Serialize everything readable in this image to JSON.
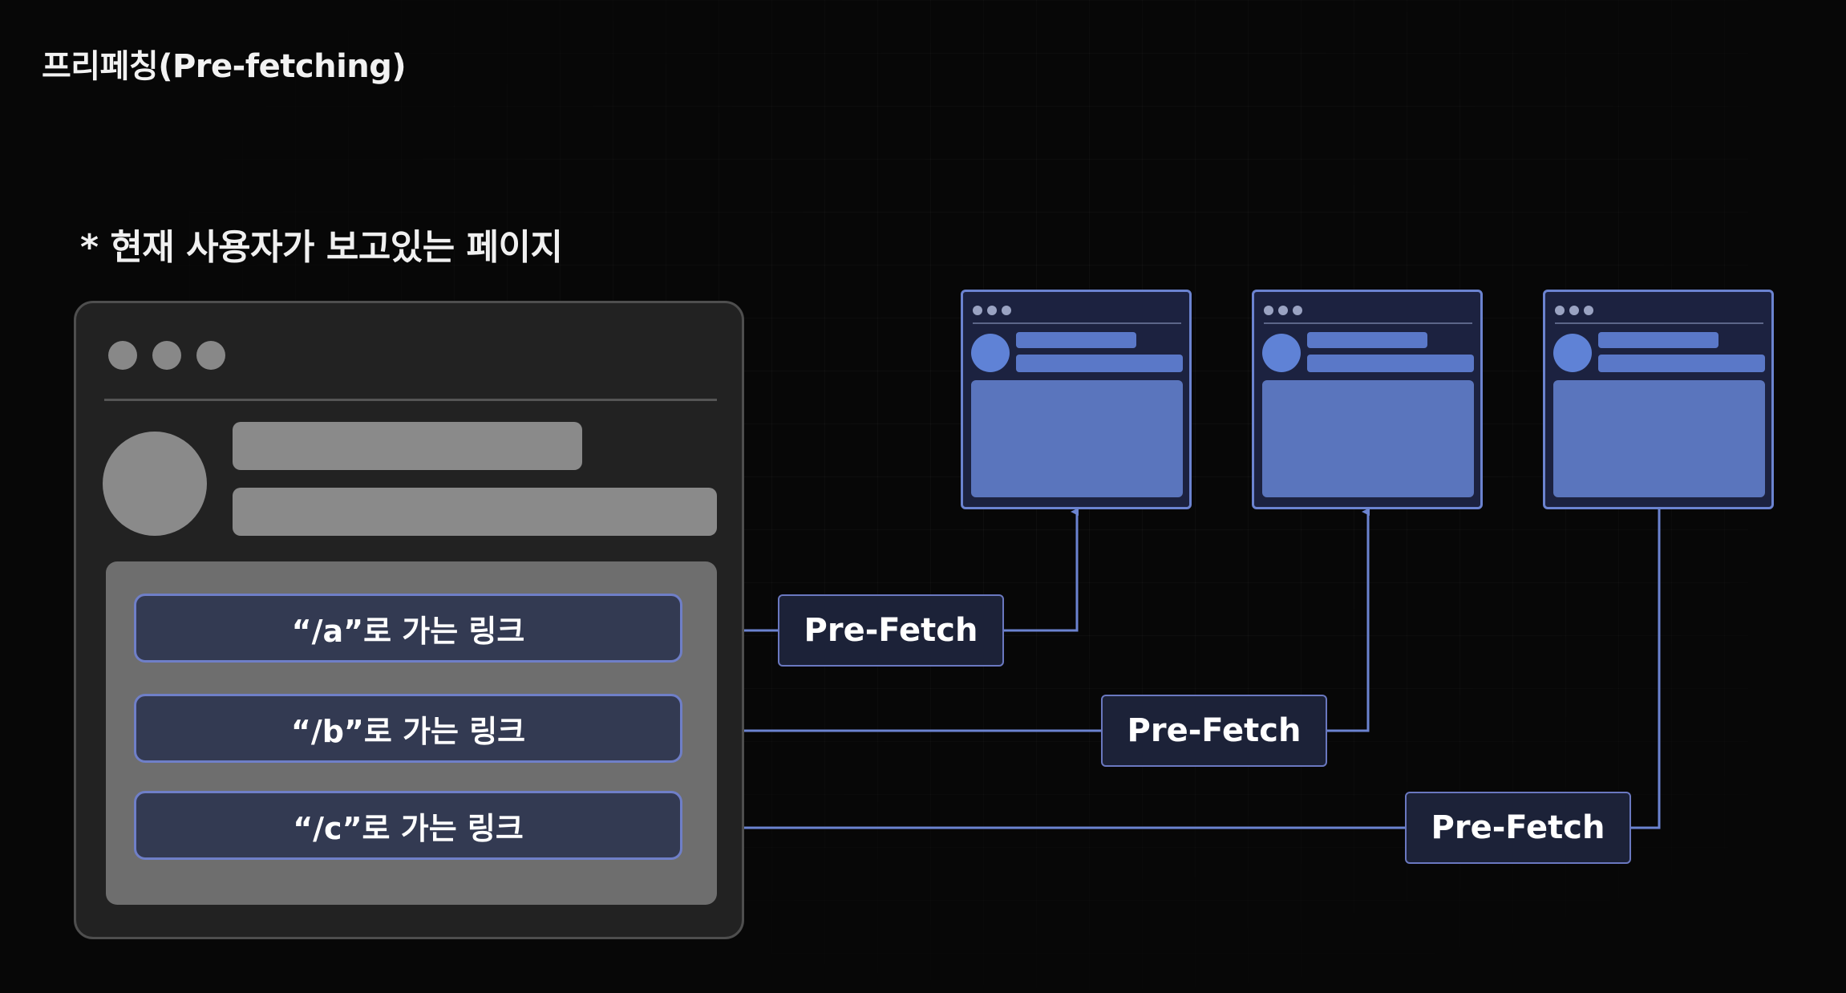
{
  "title": "프리페칭(Pre-fetching)",
  "caption": "* 현재 사용자가 보고있는 페이지",
  "current_page": {
    "links": [
      {
        "label": "“/a”로 가는 링크"
      },
      {
        "label": "“/b”로 가는 링크"
      },
      {
        "label": "“/c”로 가는 링크"
      }
    ]
  },
  "prefetch": [
    {
      "label": "Pre-Fetch"
    },
    {
      "label": "Pre-Fetch"
    },
    {
      "label": "Pre-Fetch"
    }
  ],
  "colors": {
    "background": "#070707",
    "accent_line": "#6b83d0",
    "link_fill": "#333a52",
    "prefetched_page_fill": "#5a75bd"
  }
}
